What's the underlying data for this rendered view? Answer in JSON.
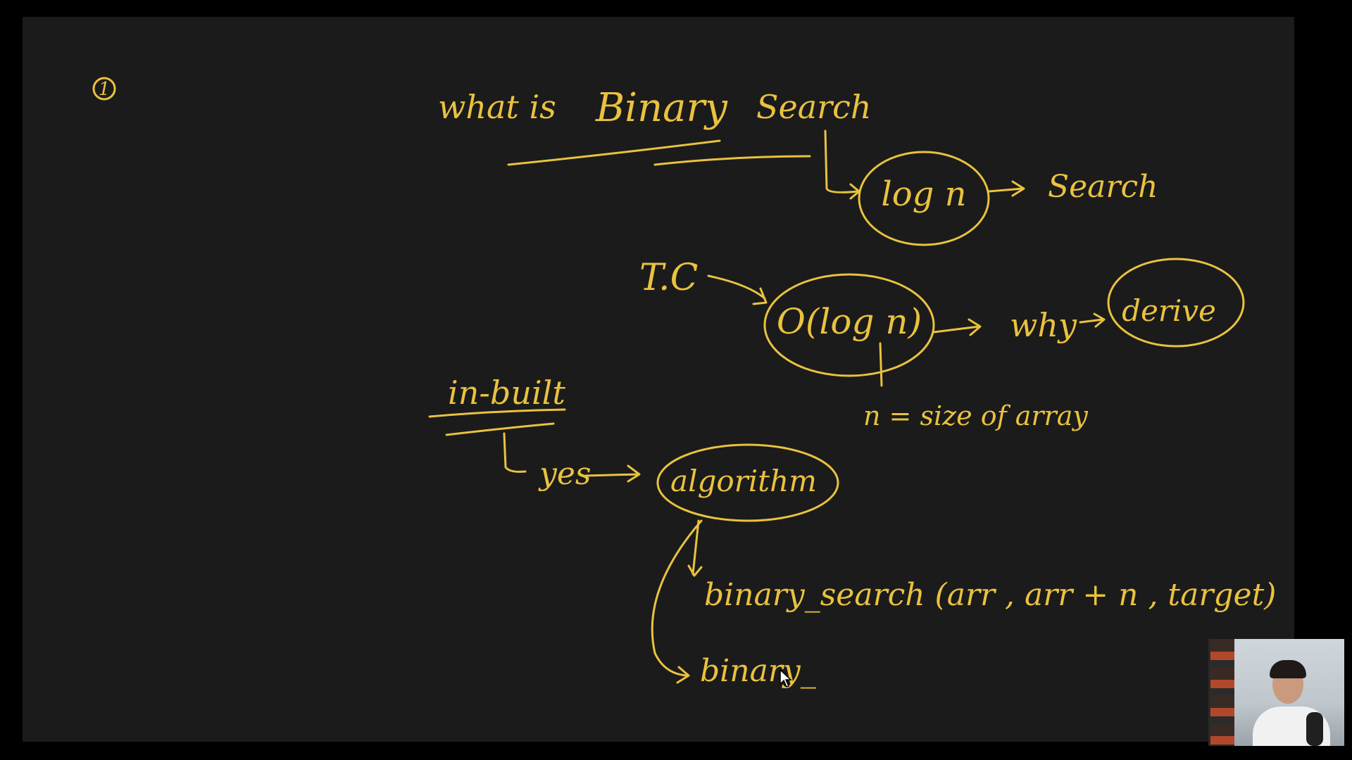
{
  "slide_number": "1",
  "text": {
    "title_what_is": "what is",
    "title_binary": "Binary",
    "title_search": "Search",
    "log_n": "log n",
    "search_word": "Search",
    "tc": "T.C",
    "o_log_n": "O(log n)",
    "why": "why",
    "derive": "derive",
    "n_size_of_array": "n = size of array",
    "in_built": "in-built",
    "yes": "yes",
    "algorithm": "algorithm",
    "binary_search_call": "binary_search (arr , arr + n , target)",
    "binary_partial": "binary_"
  },
  "colors": {
    "ink": "#e9c23f",
    "board": "#1b1b1b",
    "frame": "#000000"
  },
  "icons": {
    "cursor": "mouse-pointer-icon"
  }
}
